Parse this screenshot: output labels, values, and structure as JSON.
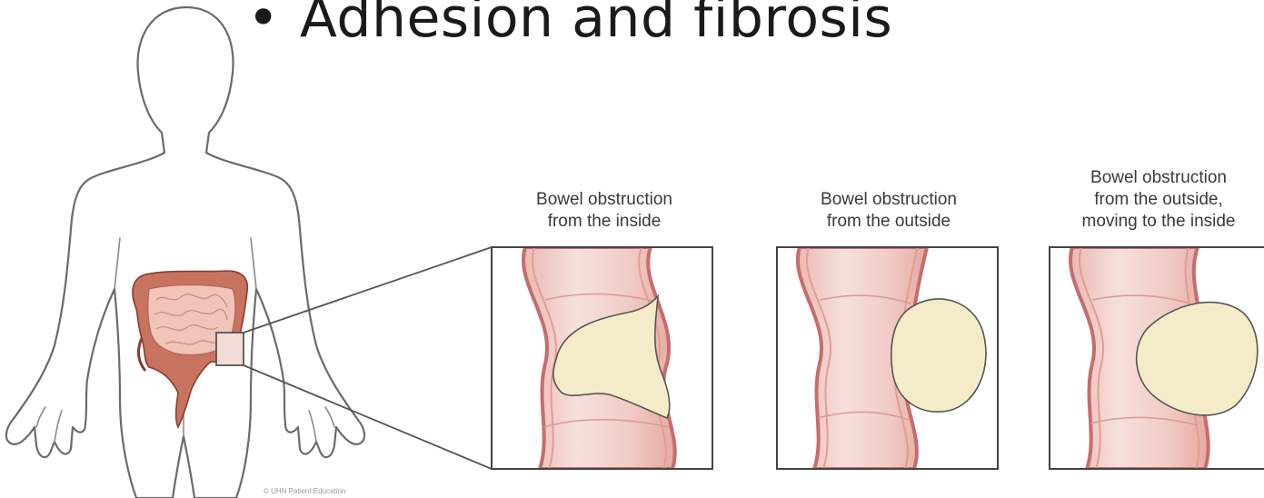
{
  "bullet": {
    "marker": "•",
    "text": "Adhesion and fibrosis"
  },
  "panels": [
    {
      "caption_lines": [
        "Bowel obstruction",
        "from the inside"
      ]
    },
    {
      "caption_lines": [
        "Bowel obstruction",
        "from the outside"
      ]
    },
    {
      "caption_lines": [
        "Bowel obstruction",
        "from the outside,",
        "moving to the inside"
      ]
    }
  ],
  "credit": "© UHN Patient Education",
  "colors": {
    "body_outline": "#6b6b6b",
    "colon": "#c8735f",
    "colon_inner": "#e8a593",
    "small_intestine": "#f0c4b8",
    "bowel_wall": "#c76c6c",
    "bowel_lumen": "#f3d3cf",
    "obstruction": "#f4ecc8",
    "frame": "#444444"
  }
}
